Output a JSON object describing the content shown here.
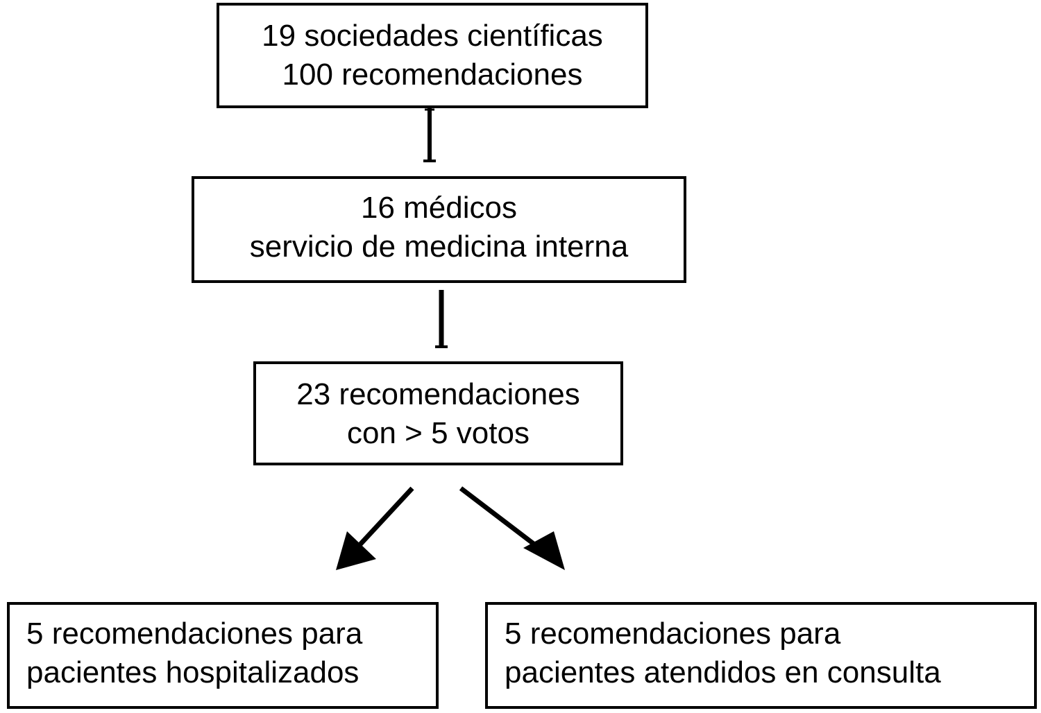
{
  "boxes": {
    "top": {
      "line1": "19 sociedades científicas",
      "line2": "100 recomendaciones"
    },
    "second": {
      "line1": "16 médicos",
      "line2": "servicio de medicina interna"
    },
    "third": {
      "line1": "23 recomendaciones",
      "line2": "con > 5 votos"
    },
    "left_result": {
      "line1": "5 recomendaciones para",
      "line2": "pacientes hospitalizados"
    },
    "right_result": {
      "line1": "5 recomendaciones para",
      "line2": "pacientes atendidos en consulta"
    }
  },
  "colors": {
    "stroke": "#000000",
    "background": "#ffffff"
  }
}
